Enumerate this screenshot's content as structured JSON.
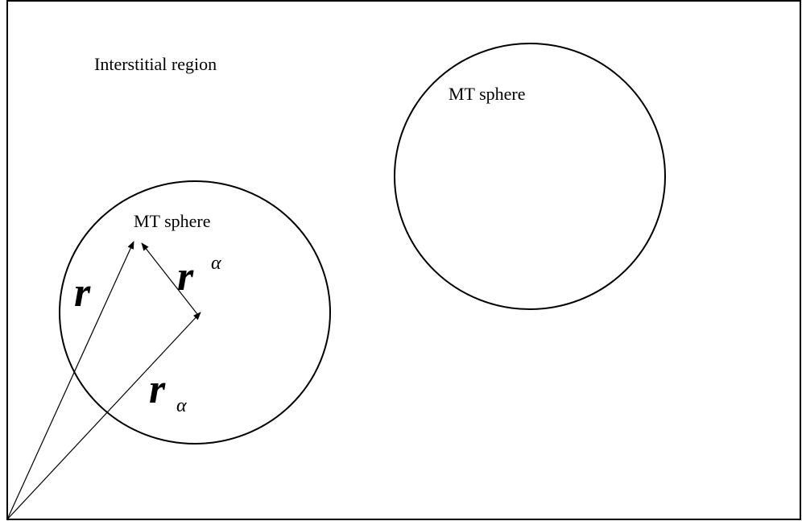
{
  "labels": {
    "interstitial": "Interstitial region",
    "sphere_right": "MT sphere",
    "sphere_left": "MT sphere"
  },
  "vectors": {
    "r": {
      "main": "r"
    },
    "r_upper_alpha": {
      "main": "r",
      "sup": "α"
    },
    "r_lower_alpha": {
      "main": "r",
      "sub": "α"
    }
  },
  "colors": {
    "stroke": "#000000",
    "background": "#ffffff"
  }
}
